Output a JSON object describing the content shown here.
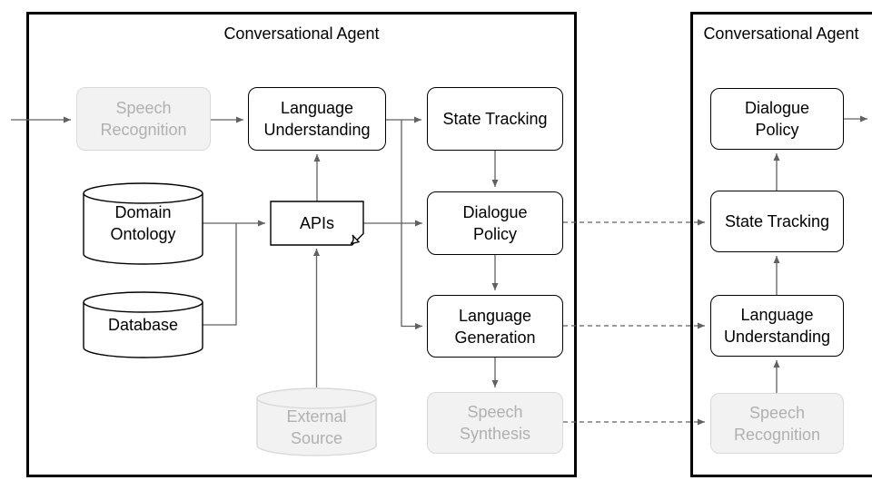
{
  "left_agent": {
    "title": "Conversational Agent",
    "nodes": {
      "speech_recognition": "Speech\nRecognition",
      "language_understanding": "Language\nUnderstanding",
      "state_tracking": "State Tracking",
      "domain_ontology": "Domain\nOntology",
      "apis": "APIs",
      "dialogue_policy": "Dialogue\nPolicy",
      "database": "Database",
      "language_generation": "Language\nGeneration",
      "external_source": "External\nSource",
      "speech_synthesis": "Speech\nSynthesis"
    }
  },
  "right_agent": {
    "title": "Conversational Agent",
    "nodes": {
      "dialogue_policy": "Dialogue\nPolicy",
      "state_tracking": "State Tracking",
      "language_understanding": "Language\nUnderstanding",
      "speech_recognition": "Speech\nRecognition"
    }
  },
  "colors": {
    "node_border": "#000000",
    "node_fill": "#ffffff",
    "inactive_fill": "#f2f2f2",
    "inactive_border": "#d9d9d9",
    "inactive_text": "#b0b0b0",
    "connector": "#616161",
    "outer_border": "#000000"
  }
}
